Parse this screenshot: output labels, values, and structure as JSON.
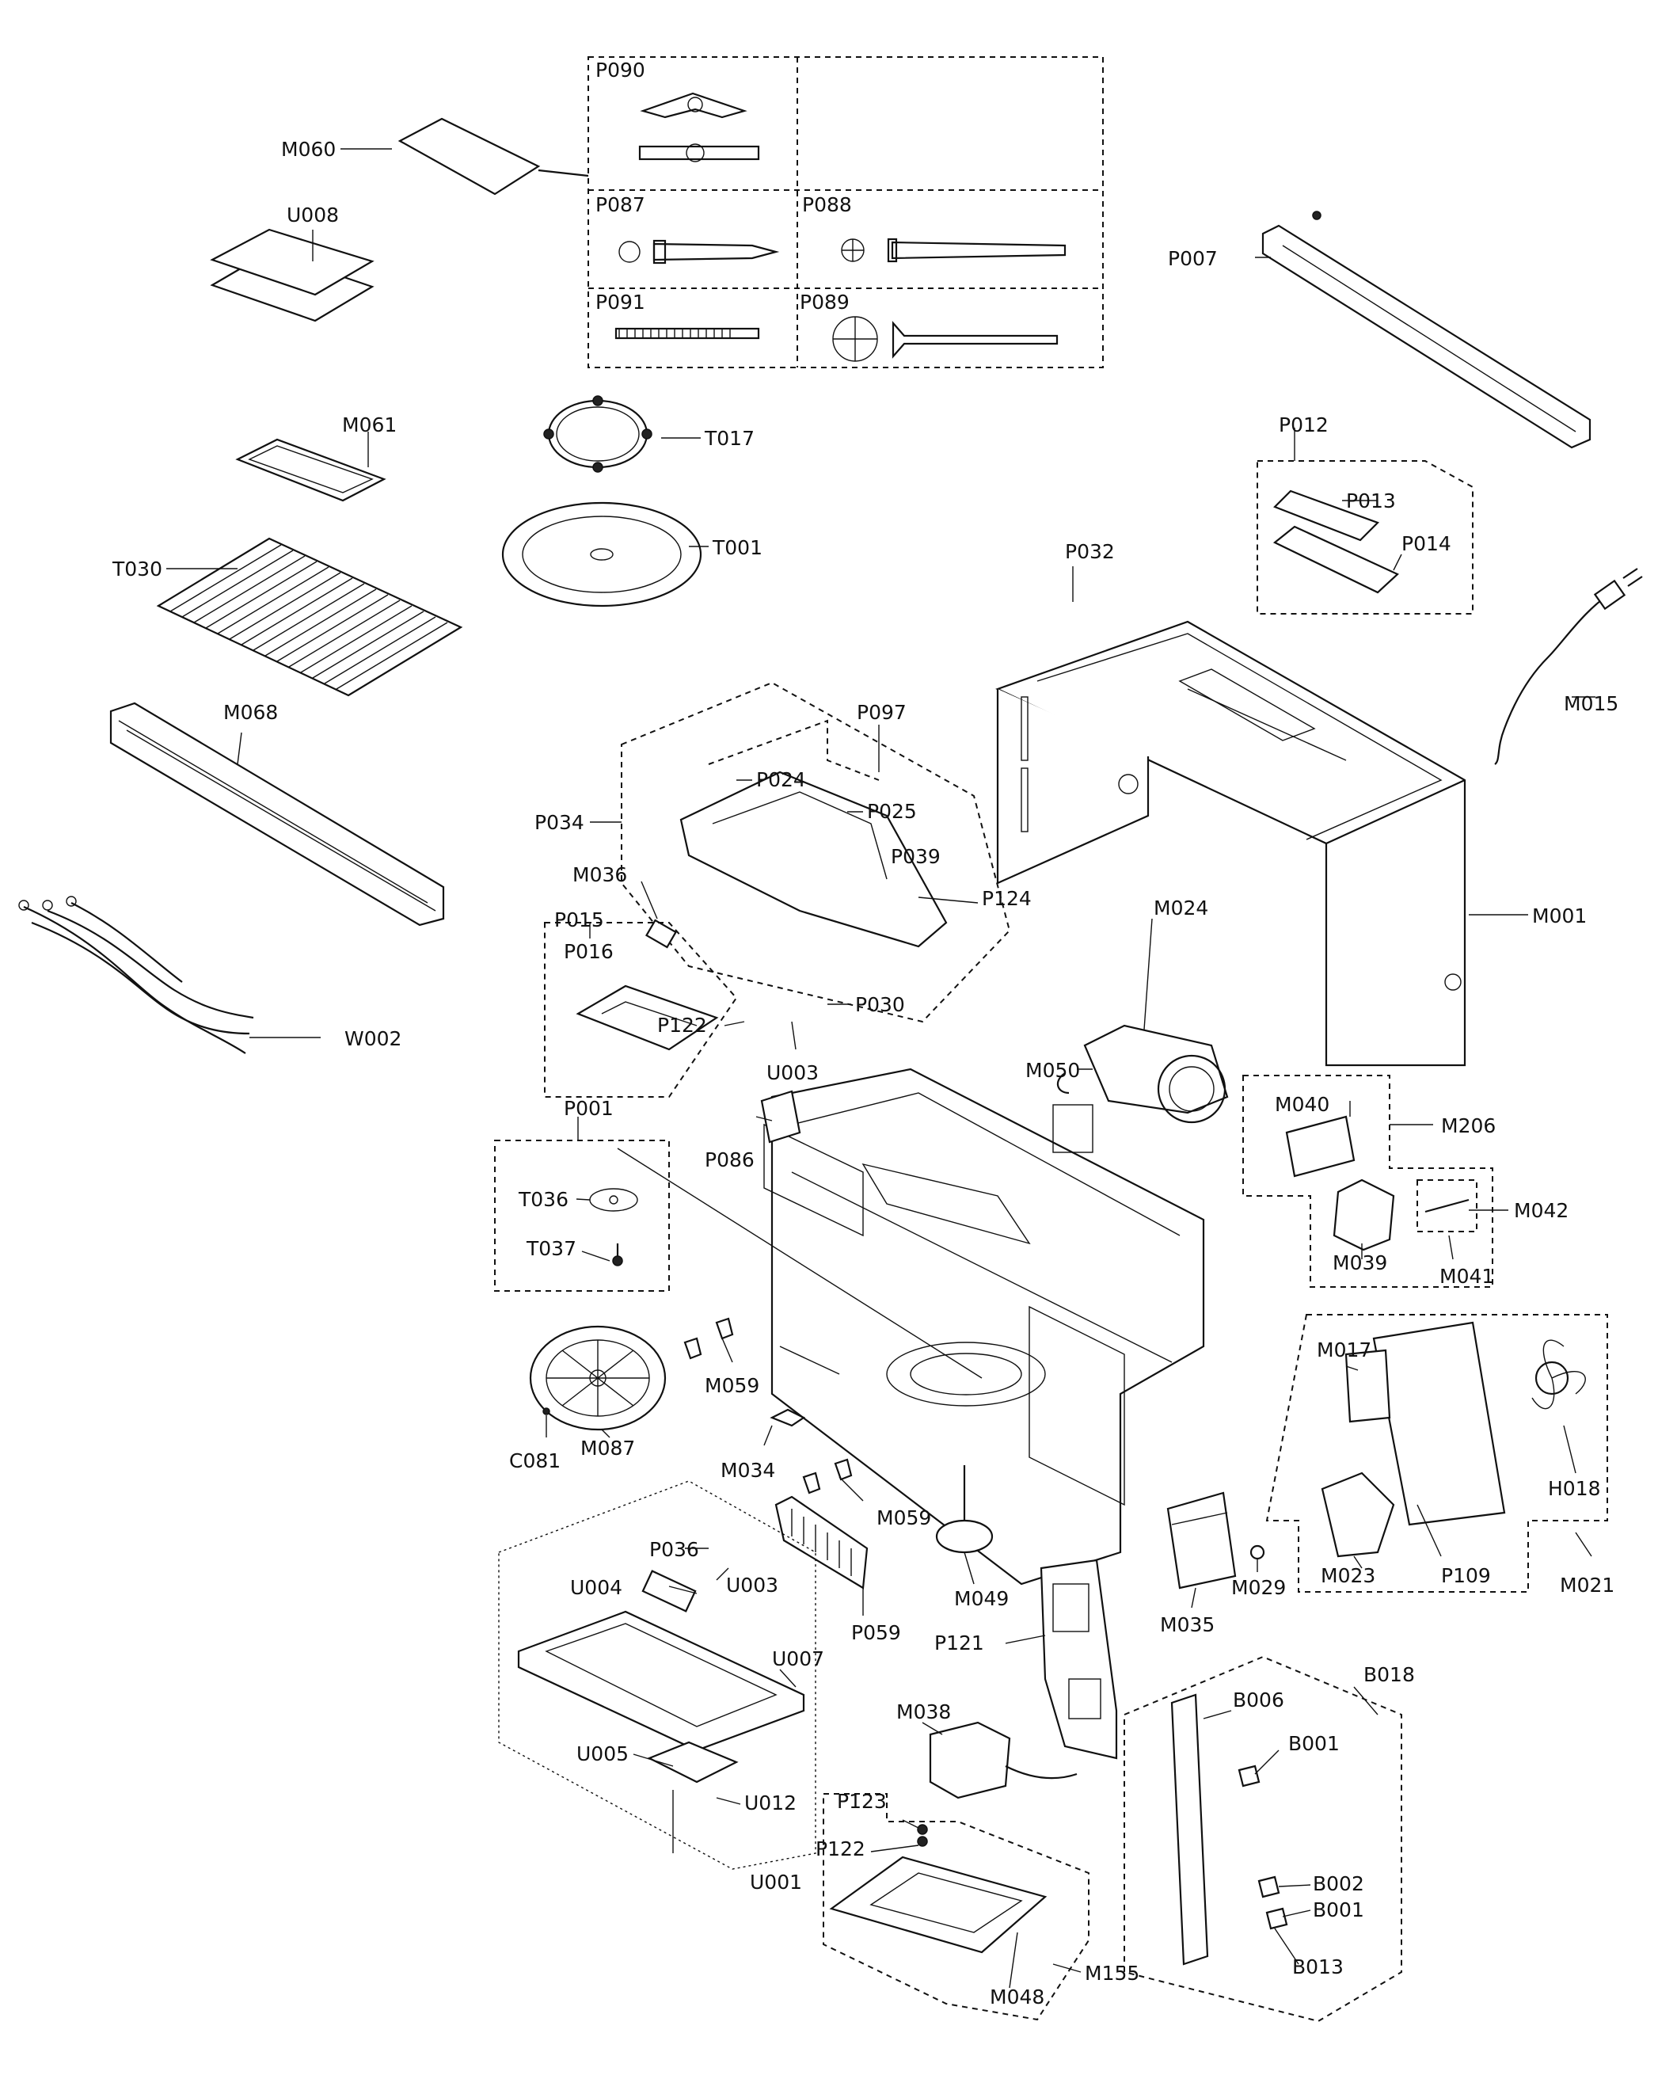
{
  "labels": {
    "P090": "P090",
    "P087": "P087",
    "P088": "P088",
    "P091": "P091",
    "P089": "P089",
    "M060": "M060",
    "U008": "U008",
    "P007": "P007",
    "M061": "M061",
    "T017": "T017",
    "T001": "T001",
    "T030": "T030",
    "P012": "P012",
    "P013": "P013",
    "P014": "P014",
    "P032": "P032",
    "M015": "M015",
    "M068": "M068",
    "P097": "P097",
    "P024": "P024",
    "P034": "P034",
    "P025": "P025",
    "P039": "P039",
    "M036": "M036",
    "P124": "P124",
    "M024": "M024",
    "M001": "M001",
    "P015": "P015",
    "P016": "P016",
    "M050": "M050",
    "P122a": "P122",
    "P030": "P030",
    "W002": "W002",
    "U003a": "U003",
    "M040": "M040",
    "M206": "M206",
    "P001": "P001",
    "P086": "P086",
    "T036": "T036",
    "M042": "M042",
    "M039": "M039",
    "T037": "T037",
    "M041": "M041",
    "M017": "M017",
    "M059a": "M059",
    "C081": "C081",
    "M087": "M087",
    "M034": "M034",
    "H018": "H018",
    "M059b": "M059",
    "P036": "P036",
    "U003b": "U003",
    "U004": "U004",
    "M049": "M049",
    "M023": "M023",
    "P109": "P109",
    "M021": "M021",
    "M035": "M035",
    "M029": "M029",
    "P059": "P059",
    "U007": "U007",
    "P121": "P121",
    "B018": "B018",
    "B006": "B006",
    "M038": "M038",
    "B001a": "B001",
    "U005": "U005",
    "U012": "U012",
    "P123": "P123",
    "P122b": "P122",
    "U001": "U001",
    "B002": "B002",
    "B001b": "B001",
    "M155": "M155",
    "M048": "M048",
    "B013": "B013"
  }
}
